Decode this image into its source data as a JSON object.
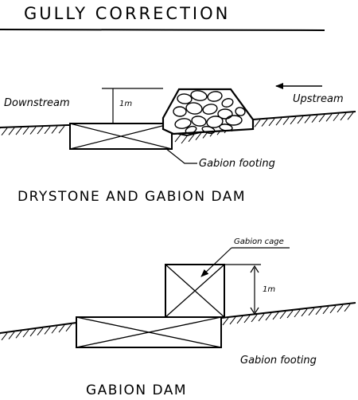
{
  "title": "GULLY CORRECTION",
  "diagram_1": {
    "caption": "DRYSTONE AND GABION DAM",
    "downstream_label": "Downstream",
    "upstream_label": "Upstream",
    "height_label": "1m",
    "footing_label": "Gabion footing"
  },
  "diagram_2": {
    "caption": "GABION DAM",
    "cage_label": "Gabion cage",
    "height_label": "1m",
    "footing_label": "Gabion footing"
  }
}
